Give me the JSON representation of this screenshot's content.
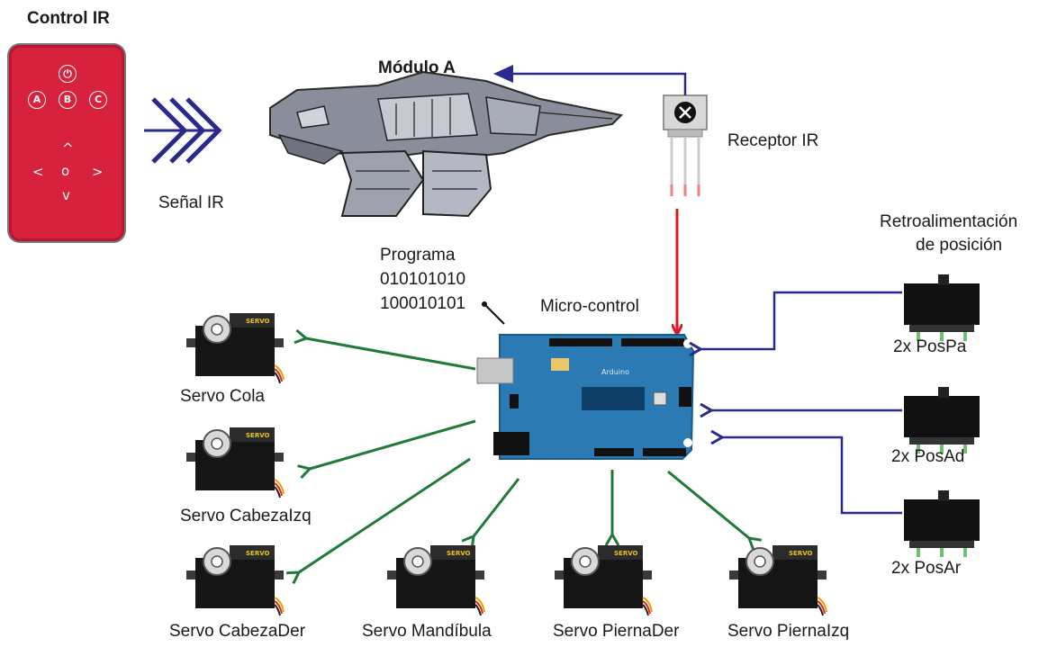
{
  "control": {
    "title": "Control IR",
    "buttons": [
      "A",
      "B",
      "C"
    ],
    "power_glyph": "⏻",
    "nav_glyphs": {
      "up": "^",
      "down": "v",
      "left": "<",
      "right": ">",
      "center": "o"
    }
  },
  "signal": {
    "label": "Señal IR"
  },
  "module": {
    "label": "Módulo A"
  },
  "receiver": {
    "label": "Receptor IR"
  },
  "program": {
    "title": "Programa",
    "lines": [
      "010101010",
      "100010101"
    ]
  },
  "controller": {
    "label": "Micro-control",
    "board_text": "Arduino"
  },
  "feedback": {
    "title_line1": "Retroalimentación",
    "title_line2": "de posición",
    "sensors": [
      "2x PosPa",
      "2x PosAd",
      "2x PosAr"
    ]
  },
  "servos": {
    "brand": "SERVO",
    "labels": [
      "Servo Cola",
      "Servo CabezaIzq",
      "Servo CabezaDer",
      "Servo Mandíbula",
      "Servo PiernaDer",
      "Servo PiernaIzq"
    ]
  },
  "colors": {
    "signal": "#2a2a8c",
    "receiver_arrow": "#e2141f",
    "servo_arrow": "#1f7a3a",
    "feedback_arrow": "#2a2a8c",
    "board": "#2b7ab4"
  }
}
